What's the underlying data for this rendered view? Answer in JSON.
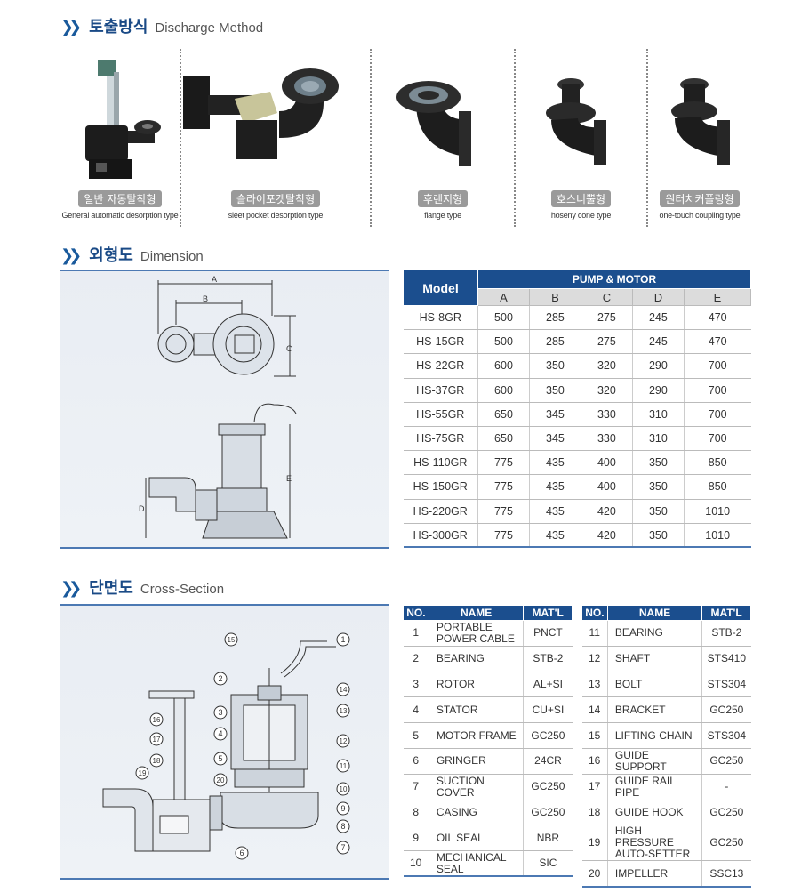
{
  "discharge": {
    "title_ko": "토출방식",
    "title_en": "Discharge Method",
    "methods": [
      {
        "label_ko": "일반 자동탈착형",
        "label_en": "General automatic desorption type",
        "icon": "guide-rail-pump-icon"
      },
      {
        "label_ko": "슬라이포켓탈착형",
        "label_en": "sleet pocket desorption type",
        "icon": "slide-pocket-pump-icon"
      },
      {
        "label_ko": "후렌지형",
        "label_en": "flange type",
        "icon": "flange-pump-icon"
      },
      {
        "label_ko": "호스니뿔형",
        "label_en": "hoseny cone type",
        "icon": "hose-cone-pump-icon"
      },
      {
        "label_ko": "원터치커플링형",
        "label_en": "one-touch coupling type",
        "icon": "coupling-pump-icon"
      }
    ]
  },
  "dimension": {
    "title_ko": "외형도",
    "title_en": "Dimension",
    "drawing_labels": {
      "a": "A",
      "b": "B",
      "c": "C",
      "d": "D",
      "e": "E"
    },
    "table": {
      "model_header": "Model",
      "group_header": "PUMP & MOTOR",
      "columns": [
        "A",
        "B",
        "C",
        "D",
        "E"
      ],
      "rows": [
        [
          "HS-8GR",
          "500",
          "285",
          "275",
          "245",
          "470"
        ],
        [
          "HS-15GR",
          "500",
          "285",
          "275",
          "245",
          "470"
        ],
        [
          "HS-22GR",
          "600",
          "350",
          "320",
          "290",
          "700"
        ],
        [
          "HS-37GR",
          "600",
          "350",
          "320",
          "290",
          "700"
        ],
        [
          "HS-55GR",
          "650",
          "345",
          "330",
          "310",
          "700"
        ],
        [
          "HS-75GR",
          "650",
          "345",
          "330",
          "310",
          "700"
        ],
        [
          "HS-110GR",
          "775",
          "435",
          "400",
          "350",
          "850"
        ],
        [
          "HS-150GR",
          "775",
          "435",
          "400",
          "350",
          "850"
        ],
        [
          "HS-220GR",
          "775",
          "435",
          "420",
          "350",
          "1010"
        ],
        [
          "HS-300GR",
          "775",
          "435",
          "420",
          "350",
          "1010"
        ]
      ]
    }
  },
  "cross_section": {
    "title_ko": "단면도",
    "title_en": "Cross-Section",
    "headers": {
      "no": "NO.",
      "name": "NAME",
      "mat": "MAT'L"
    },
    "left": [
      {
        "no": "1",
        "name": "PORTABLE POWER CABLE",
        "mat": "PNCT"
      },
      {
        "no": "2",
        "name": "BEARING",
        "mat": "STB-2"
      },
      {
        "no": "3",
        "name": "ROTOR",
        "mat": "AL+SI"
      },
      {
        "no": "4",
        "name": "STATOR",
        "mat": "CU+SI"
      },
      {
        "no": "5",
        "name": "MOTOR FRAME",
        "mat": "GC250"
      },
      {
        "no": "6",
        "name": "GRINGER",
        "mat": "24CR"
      },
      {
        "no": "7",
        "name": "SUCTION COVER",
        "mat": "GC250"
      },
      {
        "no": "8",
        "name": "CASING",
        "mat": "GC250"
      },
      {
        "no": "9",
        "name": "OIL SEAL",
        "mat": "NBR"
      },
      {
        "no": "10",
        "name": "MECHANICAL SEAL",
        "mat": "SIC"
      }
    ],
    "right": [
      {
        "no": "11",
        "name": "BEARING",
        "mat": "STB-2"
      },
      {
        "no": "12",
        "name": "SHAFT",
        "mat": "STS410"
      },
      {
        "no": "13",
        "name": "BOLT",
        "mat": "STS304"
      },
      {
        "no": "14",
        "name": "BRACKET",
        "mat": "GC250"
      },
      {
        "no": "15",
        "name": "LIFTING CHAIN",
        "mat": "STS304"
      },
      {
        "no": "16",
        "name": "GUIDE SUPPORT",
        "mat": "GC250"
      },
      {
        "no": "17",
        "name": "GUIDE RAIL PIPE",
        "mat": "-"
      },
      {
        "no": "18",
        "name": "GUIDE HOOK",
        "mat": "GC250"
      },
      {
        "no": "19",
        "name": "HIGH PRESSURE AUTO-SETTER",
        "mat": "GC250"
      },
      {
        "no": "20",
        "name": "IMPELLER",
        "mat": "SSC13"
      }
    ],
    "callouts": [
      "1",
      "2",
      "3",
      "4",
      "5",
      "6",
      "7",
      "8",
      "9",
      "10",
      "11",
      "12",
      "13",
      "14",
      "15",
      "16",
      "17",
      "18",
      "19",
      "20"
    ]
  }
}
